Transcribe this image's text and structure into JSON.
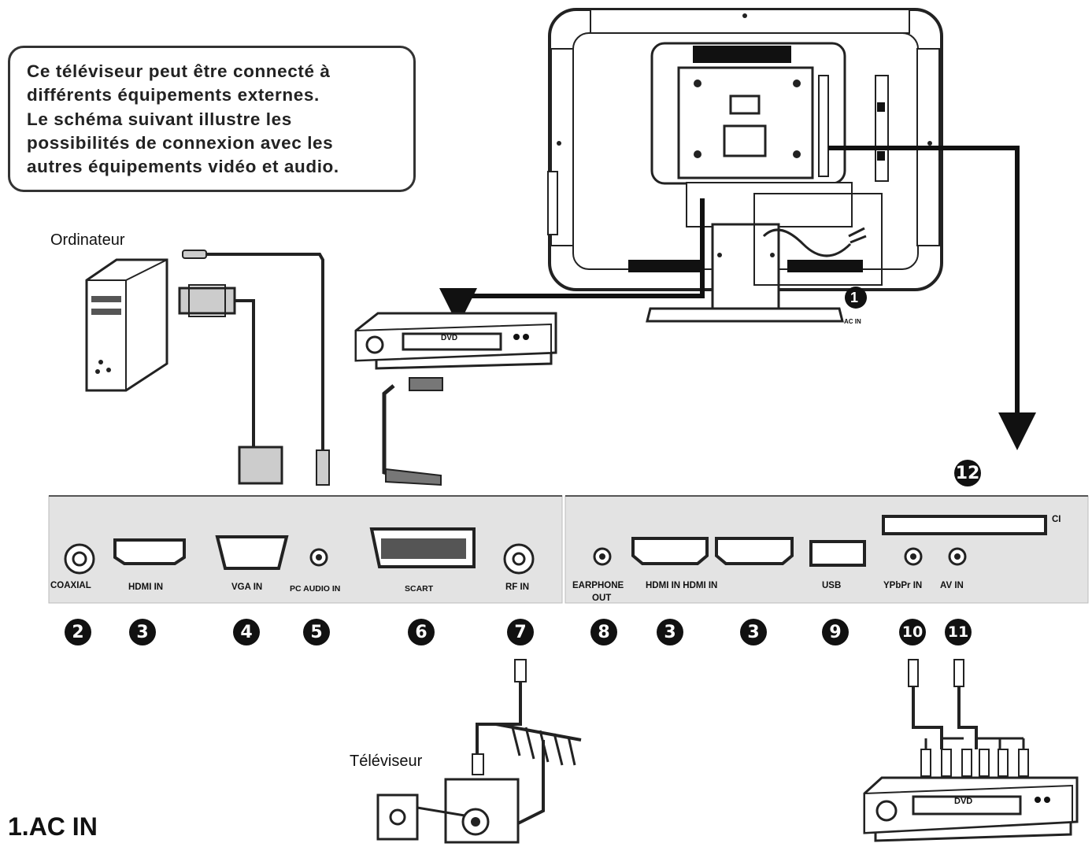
{
  "intro": {
    "lines": [
      "Ce téléviseur peut être connecté à",
      "différents équipements externes.",
      "Le schéma suivant illustre les",
      "possibilités de connexion avec les",
      "autres équipements vidéo et audio."
    ]
  },
  "devices": {
    "computer_label": "Ordinateur",
    "tv_label": "Téléviseur",
    "dvd_label_top": "DVD",
    "dvd_label_bottom": "DVD"
  },
  "tv_back": {
    "ac_in_label": "AC IN",
    "ac_in_number": "1"
  },
  "left_panel": {
    "ports": [
      {
        "number": "2",
        "label": "COAXIAL"
      },
      {
        "number": "3",
        "label": "HDMI IN"
      },
      {
        "number": "4",
        "label": "VGA IN"
      },
      {
        "number": "5",
        "label": "PC AUDIO IN"
      },
      {
        "number": "6",
        "label": "SCART"
      },
      {
        "number": "7",
        "label": "RF IN"
      }
    ]
  },
  "right_panel": {
    "earphone_label_1": "EARPHONE",
    "earphone_label_2": "OUT",
    "hdmi_label": "HDMI IN HDMI IN",
    "usb_label": "USB",
    "ypbpr_label": "YPbPr IN",
    "av_label": "AV IN",
    "ci_label": "CI",
    "ci_number": "12",
    "numbers": [
      "8",
      "3",
      "3",
      "9",
      "10",
      "11"
    ]
  },
  "section_heading": "1.AC IN"
}
